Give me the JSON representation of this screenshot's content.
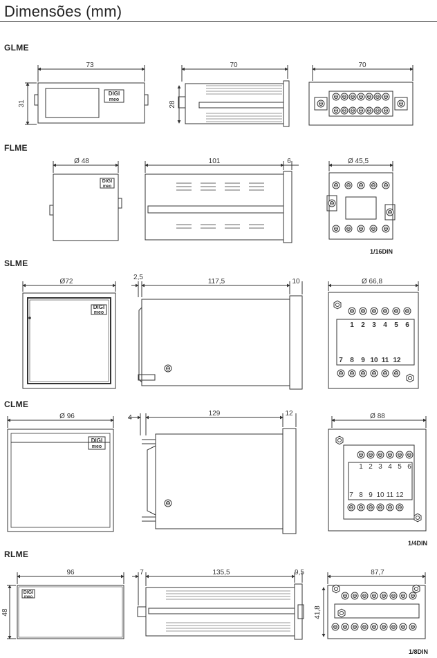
{
  "header": {
    "title": "Dimensões (mm)"
  },
  "sections": [
    {
      "id": "glme",
      "label": "GLME",
      "dims": {
        "front_width": "73",
        "front_height": "31",
        "side_depth": "70",
        "side_height": "28",
        "rear_width": "70"
      }
    },
    {
      "id": "flme",
      "label": "FLME",
      "dims": {
        "front_diameter": "Ø 48",
        "side_depth": "101",
        "bezel": "6",
        "rear_diameter": "Ø 45,5"
      },
      "din": "1/16DIN"
    },
    {
      "id": "slme",
      "label": "SLME",
      "dims": {
        "front_diameter": "Ø72",
        "pin": "2,5",
        "side_depth": "117,5",
        "bezel": "10",
        "rear_diameter": "Ø 66,8"
      },
      "terminals_top": [
        "1",
        "2",
        "3",
        "4",
        "5",
        "6"
      ],
      "terminals_bottom": [
        "7",
        "8",
        "9",
        "10",
        "11",
        "12"
      ]
    },
    {
      "id": "clme",
      "label": "CLME",
      "dims": {
        "front_diameter": "Ø 96",
        "pin": "4",
        "side_depth": "129",
        "bezel": "12",
        "rear_diameter": "Ø 88"
      },
      "terminals_top": [
        "1",
        "2",
        "3",
        "4",
        "5",
        "6"
      ],
      "terminals_bottom": [
        "7",
        "8",
        "9",
        "10",
        "11",
        "12"
      ],
      "din": "1/4DIN"
    },
    {
      "id": "rlme",
      "label": "RLME",
      "dims": {
        "front_width": "96",
        "front_height": "48",
        "pin": "7",
        "side_depth": "135,5",
        "bezel": "9,5",
        "rear_width": "87,7",
        "rear_height": "41,8"
      },
      "din": "1/8DIN"
    }
  ],
  "brand": {
    "logo_line1": "DIGI",
    "logo_line2": "meo"
  }
}
